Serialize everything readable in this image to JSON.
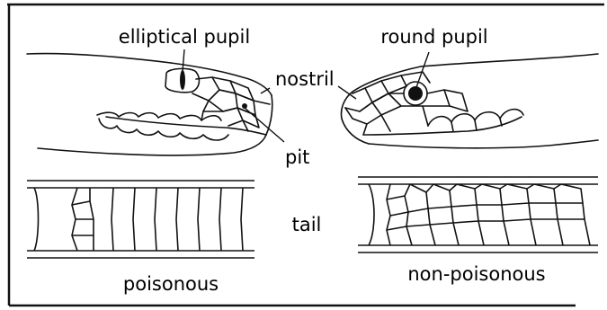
{
  "labels": {
    "elliptical_pupil": "elliptical pupil",
    "round_pupil": "round pupil",
    "nostril": "nostril",
    "pit": "pit",
    "tail": "tail",
    "poisonous": "poisonous",
    "non_poisonous": "non-poisonous"
  }
}
